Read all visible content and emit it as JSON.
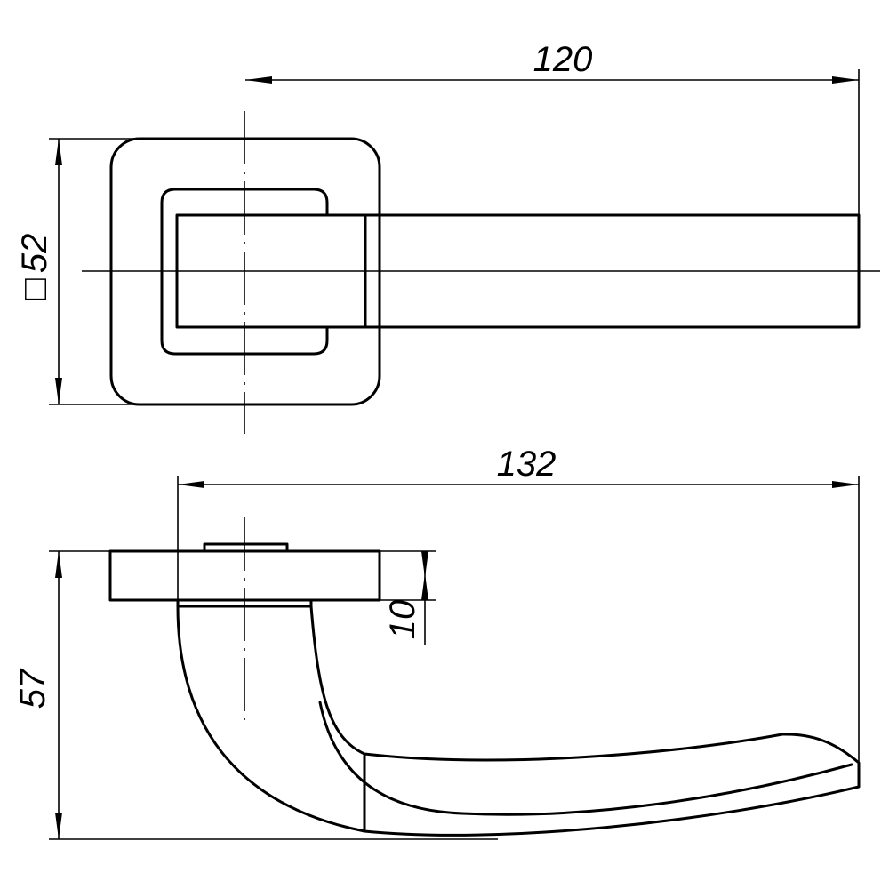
{
  "dimensions": {
    "top_view_length": "120",
    "rosette_size_symbol": "□",
    "rosette_size": "52",
    "side_view_length": "132",
    "rosette_thickness": "10",
    "total_height": "57"
  }
}
